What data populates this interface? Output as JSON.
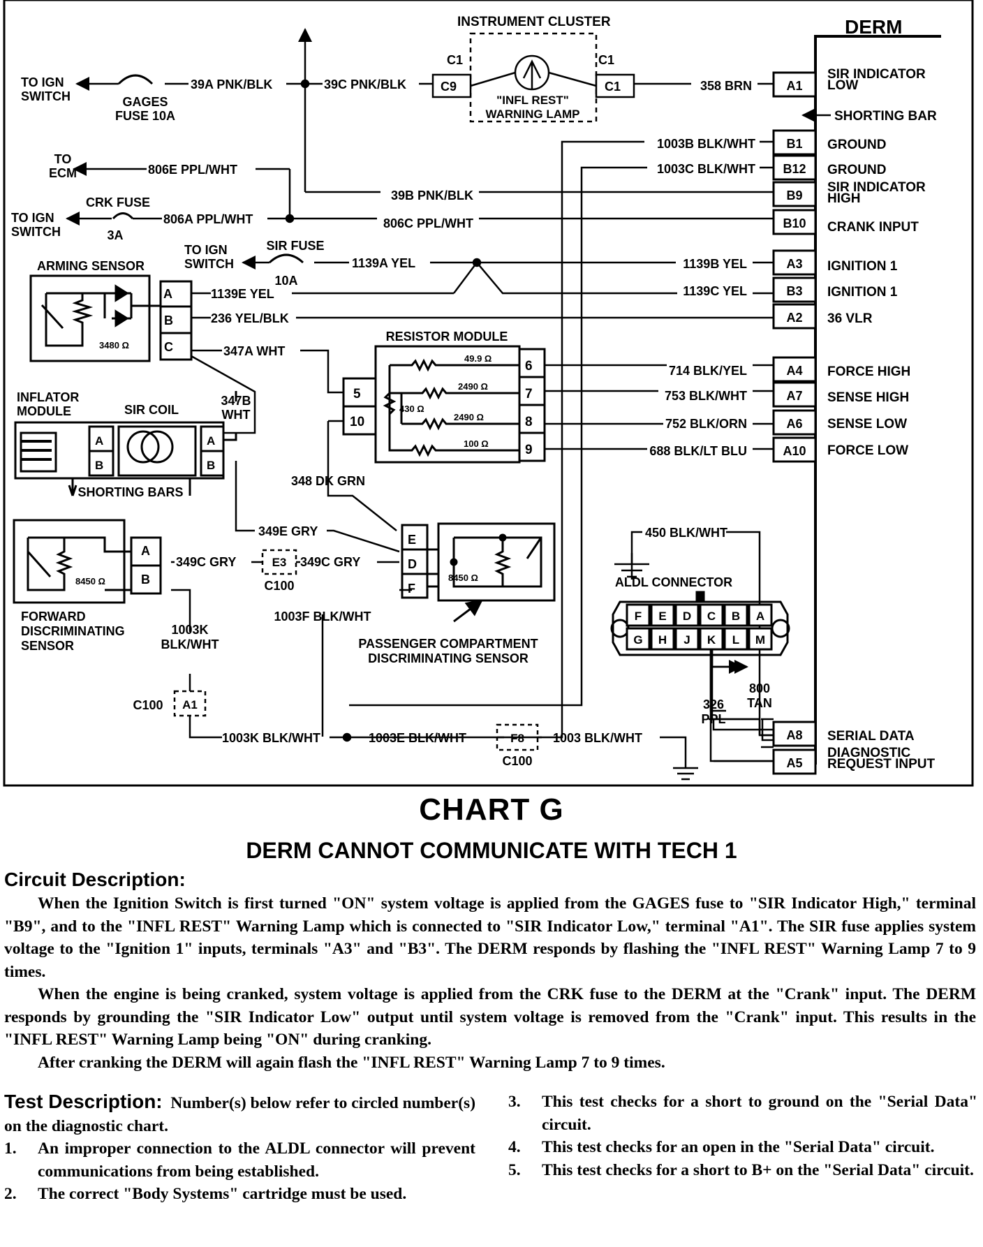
{
  "diagram": {
    "derm": {
      "title": "DERM",
      "terminals": [
        {
          "pin": "A1",
          "label": "SIR INDICATOR\nLOW",
          "wire": "358 BRN"
        },
        {
          "pin": "B1",
          "label": "GROUND",
          "wire": "1003B BLK/WHT"
        },
        {
          "pin": "B12",
          "label": "GROUND",
          "wire": "1003C BLK/WHT"
        },
        {
          "pin": "B9",
          "label": "SIR INDICATOR\nHIGH",
          "wire": "39B PNK/BLK"
        },
        {
          "pin": "B10",
          "label": "CRANK INPUT",
          "wire": "806C PPL/WHT"
        },
        {
          "pin": "A3",
          "label": "IGNITION 1",
          "wire": "1139B YEL"
        },
        {
          "pin": "B3",
          "label": "IGNITION 1",
          "wire": "1139C YEL"
        },
        {
          "pin": "A2",
          "label": "36 VLR",
          "wire": ""
        },
        {
          "pin": "A4",
          "label": "FORCE HIGH",
          "wire": "714 BLK/YEL"
        },
        {
          "pin": "A7",
          "label": "SENSE HIGH",
          "wire": "753 BLK/WHT"
        },
        {
          "pin": "A6",
          "label": "SENSE LOW",
          "wire": "752 BLK/ORN"
        },
        {
          "pin": "A10",
          "label": "FORCE LOW",
          "wire": "688 BLK/LT BLU"
        },
        {
          "pin": "A8",
          "label": "SERIAL DATA",
          "wire": ""
        },
        {
          "pin": "A5",
          "label": "DIAGNOSTIC\nREQUEST INPUT",
          "wire": ""
        }
      ],
      "shorting_bar": "SHORTING BAR"
    },
    "instrument_cluster": {
      "title": "INSTRUMENT CLUSTER",
      "c1_left": "C1",
      "c1_right": "C1",
      "pin_left": "C9",
      "pin_right": "C1",
      "lamp": "\"INFL REST\"\nWARNING LAMP"
    },
    "labels": {
      "to_ign_switch_1": "TO IGN\nSWITCH",
      "gages_fuse": "GAGES\nFUSE 10A",
      "w39a": "39A PNK/BLK",
      "w39c": "39C PNK/BLK",
      "to_ecm": "TO\nECM",
      "w806e": "806E PPL/WHT",
      "crk_fuse": "CRK FUSE",
      "crk_3a": "3A",
      "to_ign_switch_2": "TO IGN\nSWITCH",
      "w806a": "806A PPL/WHT",
      "to_ign_switch_3": "TO IGN\nSWITCH",
      "sir_fuse": "SIR FUSE",
      "sir_10a": "10A",
      "w1139a": "1139A YEL",
      "arming_sensor": "ARMING SENSOR",
      "arming_ohm": "3480 Ω",
      "w1139e": "1139E YEL",
      "w236": "236 YEL/BLK",
      "w347a": "347A WHT",
      "resistor_module": "RESISTOR MODULE",
      "r1": "49.9 Ω",
      "r2": "2490 Ω",
      "r3": "430 Ω",
      "r4": "2490 Ω",
      "r5": "100 Ω",
      "inflator_module": "INFLATOR\nMODULE",
      "sir_coil": "SIR COIL",
      "w347b": "347B\nWHT",
      "shorting_bars": "SHORTING BARS",
      "w348": "348 DK GRN",
      "w349e": "349E GRY",
      "w349c_1": "349C GRY",
      "w349c_2": "349C GRY",
      "e3": "E3",
      "c100_1": "C100",
      "fwd_ohm": "8450 Ω",
      "fwd_sensor": "FORWARD\nDISCRIMINATING\nSENSOR",
      "w1003k_1": "1003K\nBLK/WHT",
      "c100_2": "C100",
      "a1_conn": "A1",
      "w1003f": "1003F BLK/WHT",
      "pass_ohm": "8450 Ω",
      "pass_sensor": "PASSENGER COMPARTMENT\nDISCRIMINATING SENSOR",
      "w1003k_2": "1003K BLK/WHT",
      "w1003e": "1003E BLK/WHT",
      "f8": "F8",
      "c100_3": "C100",
      "w1003": "1003 BLK/WHT",
      "w450": "450 BLK/WHT",
      "aldl": "ALDL  CONNECTOR",
      "w326": "326\nPPL",
      "w800": "800\nTAN"
    },
    "aldl_pins_top": [
      "F",
      "E",
      "D",
      "C",
      "B",
      "A"
    ],
    "aldl_pins_bottom": [
      "G",
      "H",
      "J",
      "K",
      "L",
      "M"
    ]
  },
  "title": "CHART G",
  "subtitle": "DERM CANNOT COMMUNICATE WITH TECH 1",
  "circuit_description": {
    "heading": "Circuit Description:",
    "paragraphs": [
      "When the Ignition Switch is first turned \"ON\" system voltage is applied from the GAGES fuse to \"SIR Indicator High,\" terminal \"B9\", and to the \"INFL REST\" Warning Lamp which is connected to \"SIR Indicator Low,\" terminal \"A1\".  The SIR fuse applies system voltage to the \"Ignition 1\" inputs, terminals \"A3\" and \"B3\". The DERM responds by flashing the \"INFL REST\" Warning Lamp 7 to 9 times.",
      "When the engine is being cranked, system voltage is applied from the CRK fuse to the DERM at the \"Crank\" input.  The DERM responds by grounding the \"SIR Indicator Low\" output until system voltage is removed from the \"Crank\" input.  This results in the \"INFL REST\" Warning Lamp being \"ON\" during cranking.",
      "After cranking the DERM will again flash the \"INFL REST\" Warning Lamp 7 to 9 times."
    ]
  },
  "test_description": {
    "heading": "Test Description:",
    "intro": "Number(s) below refer to circled number(s) on the diagnostic chart.",
    "items": [
      {
        "num": "1.",
        "text": "An improper connection to the ALDL connector will prevent communications from being established."
      },
      {
        "num": "2.",
        "text": "The correct \"Body Systems\" cartridge must be used."
      },
      {
        "num": "3.",
        "text": "This test checks for a short to ground on the \"Serial Data\" circuit."
      },
      {
        "num": "4.",
        "text": "This test checks for an open in the \"Serial Data\" circuit."
      },
      {
        "num": "5.",
        "text": "This test checks for a short to B+ on the \"Serial Data\" circuit."
      }
    ]
  }
}
